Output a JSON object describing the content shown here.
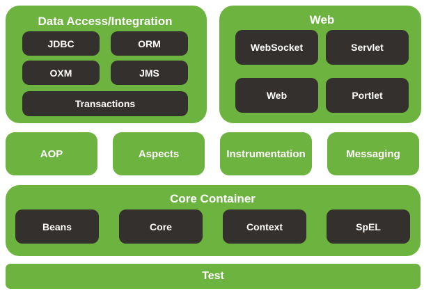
{
  "colors": {
    "green": "#6DB33F",
    "dark": "#34302D",
    "label": "#FFFFFF",
    "background": "#FFFFFF"
  },
  "data_access": {
    "title": "Data Access/Integration",
    "boxes": [
      "JDBC",
      "ORM",
      "OXM",
      "JMS",
      "Transactions"
    ]
  },
  "web": {
    "title": "Web",
    "boxes": [
      "WebSocket",
      "Servlet",
      "Web",
      "Portlet"
    ]
  },
  "middle_row": [
    "AOP",
    "Aspects",
    "Instrumentation",
    "Messaging"
  ],
  "core_container": {
    "title": "Core Container",
    "boxes": [
      "Beans",
      "Core",
      "Context",
      "SpEL"
    ]
  },
  "test": {
    "title": "Test"
  }
}
